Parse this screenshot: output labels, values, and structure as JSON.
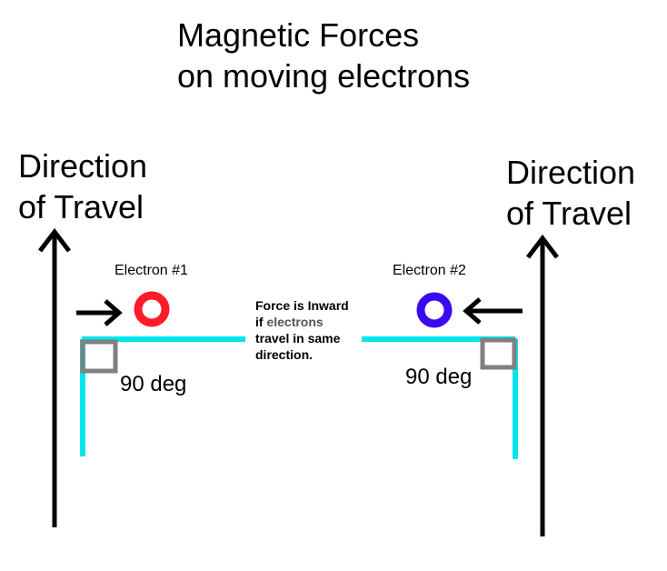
{
  "title": {
    "line1": "Magnetic Forces",
    "line2": "on moving electrons"
  },
  "left_direction": {
    "line1": "Direction",
    "line2": "of Travel"
  },
  "right_direction": {
    "line1": "Direction",
    "line2": "of Travel"
  },
  "electron1": {
    "label": "Electron #1",
    "color": "#ff1c2a"
  },
  "electron2": {
    "label": "Electron #2",
    "color": "#3a0bf0"
  },
  "angle_left": "90 deg",
  "angle_right": "90 deg",
  "note": {
    "part1": "Force is Inward",
    "part2": "if ",
    "highlight": "electrons",
    "part3": "travel in same",
    "part4": "direction."
  },
  "colors": {
    "field_line": "#00e5ee",
    "right_angle_box": "#808080",
    "arrow": "#000000"
  },
  "icons": {
    "direction_arrows": "up-arrow",
    "force_arrows": "right-arrow / left-arrow",
    "electrons": "ring"
  }
}
